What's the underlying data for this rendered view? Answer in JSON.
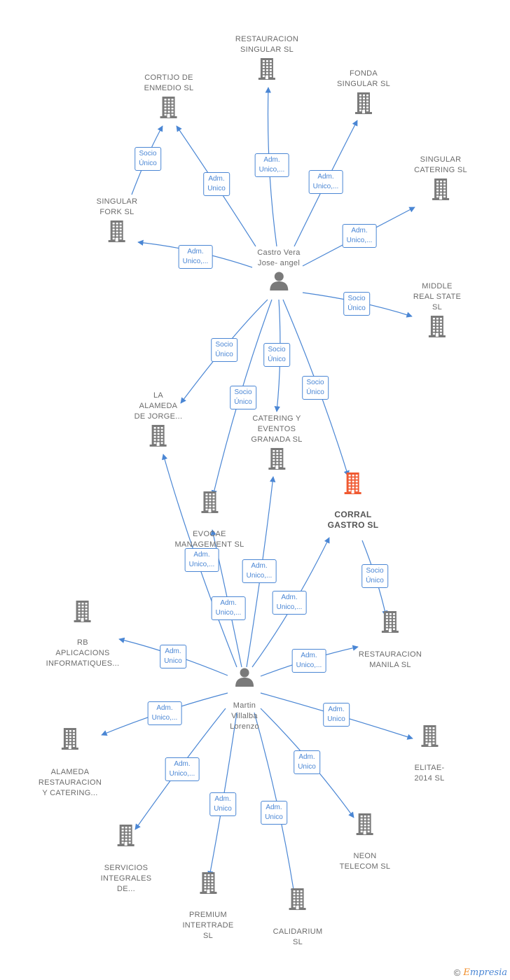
{
  "colors": {
    "edge": "#4a86d4",
    "node": "#7a7a7a",
    "highlight": "#f05a32"
  },
  "nodes": [
    {
      "id": "castro",
      "type": "person",
      "label": [
        "Castro Vera",
        "Jose- angel"
      ],
      "icon": "person-icon"
    },
    {
      "id": "martin",
      "type": "person",
      "label": [
        "Martin",
        "Villalba",
        "Lorenzo"
      ],
      "icon": "person-icon"
    },
    {
      "id": "restsingular",
      "type": "company",
      "label": [
        "RESTAURACION",
        "SINGULAR  SL"
      ],
      "icon": "building-icon"
    },
    {
      "id": "cortijo",
      "type": "company",
      "label": [
        "CORTIJO DE",
        "ENMEDIO  SL"
      ],
      "icon": "building-icon"
    },
    {
      "id": "fonda",
      "type": "company",
      "label": [
        "FONDA",
        "SINGULAR  SL"
      ],
      "icon": "building-icon"
    },
    {
      "id": "singcatering",
      "type": "company",
      "label": [
        "SINGULAR",
        "CATERING  SL"
      ],
      "icon": "building-icon"
    },
    {
      "id": "singfork",
      "type": "company",
      "label": [
        "SINGULAR",
        "FORK  SL"
      ],
      "icon": "building-icon"
    },
    {
      "id": "middle",
      "type": "company",
      "label": [
        "MIDDLE",
        "REAL STATE",
        "SL"
      ],
      "icon": "building-icon"
    },
    {
      "id": "alamedajorge",
      "type": "company",
      "label": [
        "LA",
        "ALAMEDA",
        "DE JORGE..."
      ],
      "icon": "building-icon"
    },
    {
      "id": "cateringeventos",
      "type": "company",
      "label": [
        "CATERING Y",
        "EVENTOS",
        "GRANADA  SL"
      ],
      "icon": "building-icon"
    },
    {
      "id": "corral",
      "type": "company",
      "highlight": true,
      "label": [
        "CORRAL",
        "GASTRO  SL"
      ],
      "icon": "building-icon"
    },
    {
      "id": "evocae",
      "type": "company",
      "label": [
        "EVOCAE",
        "MANAGEMENT SL"
      ],
      "icon": "building-icon"
    },
    {
      "id": "rb",
      "type": "company",
      "label": [
        "RB",
        "APLICACIONS",
        "INFORMATIQUES..."
      ],
      "icon": "building-icon"
    },
    {
      "id": "restmanila",
      "type": "company",
      "label": [
        "RESTAURACION",
        "MANILA SL"
      ],
      "icon": "building-icon"
    },
    {
      "id": "alamedarest",
      "type": "company",
      "label": [
        "ALAMEDA",
        "RESTAURACION",
        "Y CATERING..."
      ],
      "icon": "building-icon"
    },
    {
      "id": "elitae",
      "type": "company",
      "label": [
        "ELITAE-",
        "2014  SL"
      ],
      "icon": "building-icon"
    },
    {
      "id": "servicios",
      "type": "company",
      "label": [
        "SERVICIOS",
        "INTEGRALES",
        "DE..."
      ],
      "icon": "building-icon"
    },
    {
      "id": "neon",
      "type": "company",
      "label": [
        "NEON",
        "TELECOM  SL"
      ],
      "icon": "building-icon"
    },
    {
      "id": "premium",
      "type": "company",
      "label": [
        "PREMIUM",
        "INTERTRADE",
        "SL"
      ],
      "icon": "building-icon"
    },
    {
      "id": "calidarium",
      "type": "company",
      "label": [
        "CALIDARIUM",
        "SL"
      ],
      "icon": "building-icon"
    }
  ],
  "edges": [
    {
      "from": "castro",
      "to": "restsingular",
      "label": [
        "Adm.",
        "Unico,..."
      ]
    },
    {
      "from": "castro",
      "to": "cortijo",
      "label": [
        "Adm.",
        "Unico"
      ]
    },
    {
      "from": "singfork",
      "to": "cortijo",
      "label": [
        "Socio",
        "Único"
      ]
    },
    {
      "from": "castro",
      "to": "fonda",
      "label": [
        "Adm.",
        "Unico,..."
      ]
    },
    {
      "from": "castro",
      "to": "singcatering",
      "label": [
        "Adm.",
        "Unico,..."
      ]
    },
    {
      "from": "castro",
      "to": "singfork",
      "label": [
        "Adm.",
        "Unico,..."
      ]
    },
    {
      "from": "castro",
      "to": "middle",
      "label": [
        "Socio",
        "Único"
      ]
    },
    {
      "from": "castro",
      "to": "alamedajorge",
      "label": [
        "Socio",
        "Único"
      ]
    },
    {
      "from": "castro",
      "to": "cateringeventos",
      "label": [
        "Socio",
        "Único"
      ]
    },
    {
      "from": "castro",
      "to": "evocae",
      "label": [
        "Socio",
        "Único"
      ]
    },
    {
      "from": "castro",
      "to": "corral",
      "label": [
        "Socio",
        "Único"
      ]
    },
    {
      "from": "corral",
      "to": "restmanila",
      "label": [
        "Socio",
        "Único"
      ]
    },
    {
      "from": "martin",
      "to": "alamedajorge",
      "label": [
        "Adm.",
        "Unico,..."
      ]
    },
    {
      "from": "martin",
      "to": "evocae",
      "label": [
        "Adm.",
        "Unico,..."
      ]
    },
    {
      "from": "martin",
      "to": "cateringeventos",
      "label": [
        "Adm.",
        "Unico,..."
      ]
    },
    {
      "from": "martin",
      "to": "corral",
      "label": [
        "Adm.",
        "Unico,..."
      ]
    },
    {
      "from": "martin",
      "to": "restmanila",
      "label": [
        "Adm.",
        "Unico,..."
      ]
    },
    {
      "from": "martin",
      "to": "rb",
      "label": [
        "Adm.",
        "Unico"
      ]
    },
    {
      "from": "martin",
      "to": "alamedarest",
      "label": [
        "Adm.",
        "Unico,..."
      ]
    },
    {
      "from": "martin",
      "to": "elitae",
      "label": [
        "Adm.",
        "Unico"
      ]
    },
    {
      "from": "martin",
      "to": "servicios",
      "label": [
        "Adm.",
        "Unico,..."
      ]
    },
    {
      "from": "martin",
      "to": "neon",
      "label": [
        "Adm.",
        "Unico"
      ]
    },
    {
      "from": "martin",
      "to": "premium",
      "label": [
        "Adm.",
        "Unico"
      ]
    },
    {
      "from": "martin",
      "to": "calidarium",
      "label": [
        "Adm.",
        "Unico"
      ]
    }
  ],
  "footer": {
    "copyright": "©",
    "brand_first": "E",
    "brand_rest": "mpresia"
  }
}
